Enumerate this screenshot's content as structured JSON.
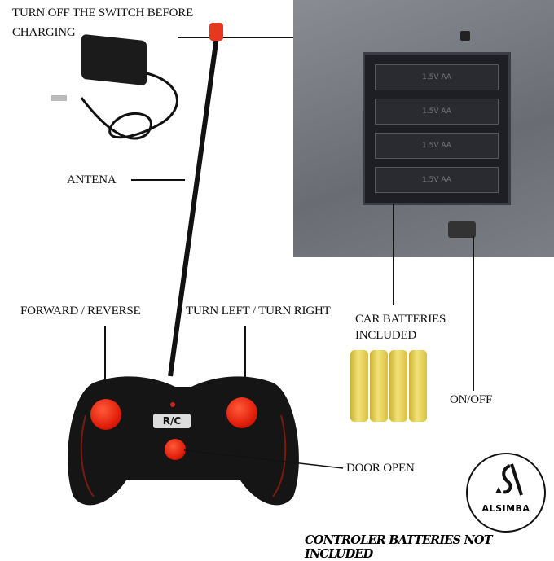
{
  "labels": {
    "switch_line1": "TURN OFF THE SWITCH BEFORE",
    "switch_line2": "CHARGING",
    "antenna": "ANTENA",
    "forward_reverse": "FORWARD / REVERSE",
    "turn": "TURN LEFT / TURN RIGHT",
    "car_batteries_line1": "CAR BATTERIES",
    "car_batteries_line2": "INCLUDED",
    "on_off": "ON/OFF",
    "door_open": "DOOR OPEN",
    "footer": "CONTROLER BATTERIES NOT INCLUDED"
  },
  "controller": {
    "badge": "R/C"
  },
  "compartment": {
    "cells": [
      "1.5V AA",
      "1.5V AA",
      "1.5V AA",
      "1.5V AA"
    ]
  },
  "logo": {
    "brand": "ALSIMBA"
  },
  "colors": {
    "accent_red": "#e11f0b",
    "battery_yellow": "#f4e27a",
    "controller_black": "#151515"
  }
}
